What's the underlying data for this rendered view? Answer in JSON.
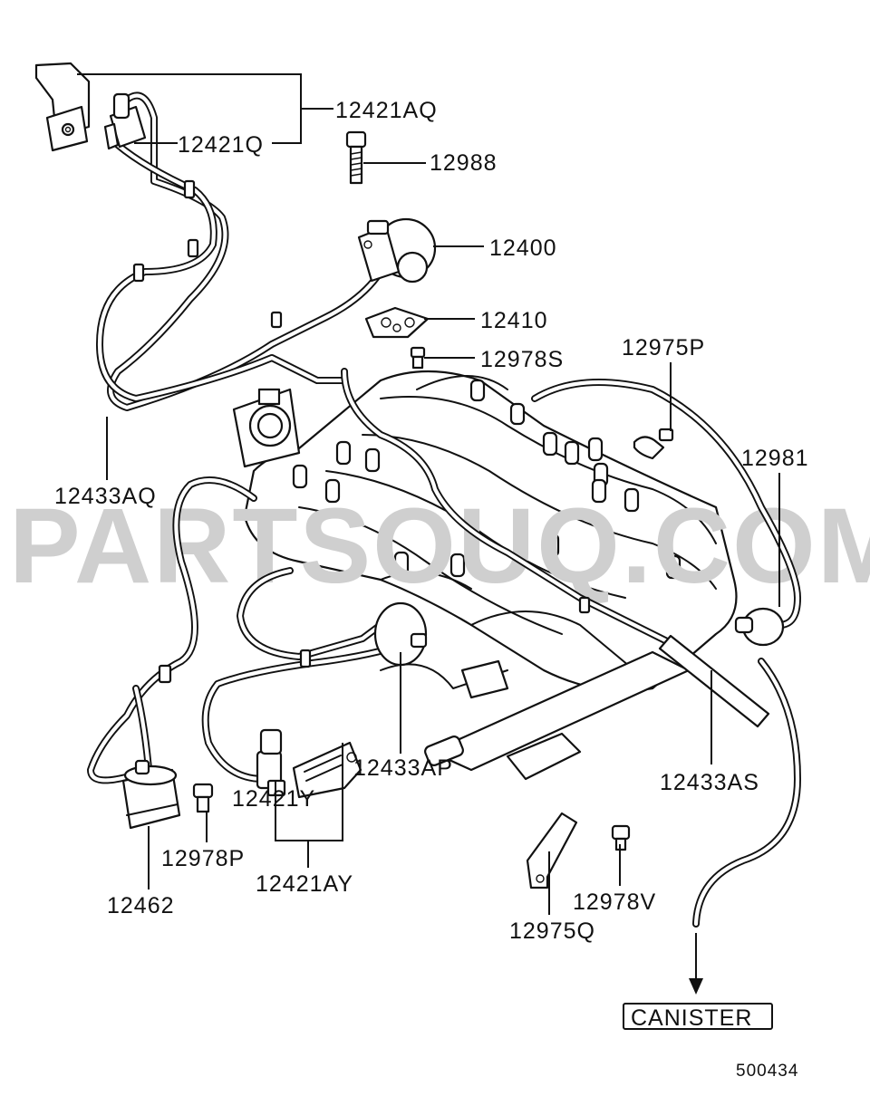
{
  "watermark": "PARTSOUQ.COM",
  "labels": {
    "p12421AQ": "12421AQ",
    "p12421Q": "12421Q",
    "p12988": "12988",
    "p12400": "12400",
    "p12410": "12410",
    "p12978S": "12978S",
    "p12975P": "12975P",
    "p12981": "12981",
    "p12433AQ": "12433AQ",
    "p12433AP": "12433AP",
    "p12433AS": "12433AS",
    "p12421Y": "12421Y",
    "p12978P": "12978P",
    "p12421AY": "12421AY",
    "p12462": "12462",
    "p12975Q": "12975Q",
    "p12978V": "12978V"
  },
  "canister_label": "CANISTER",
  "figure_id": "500434"
}
